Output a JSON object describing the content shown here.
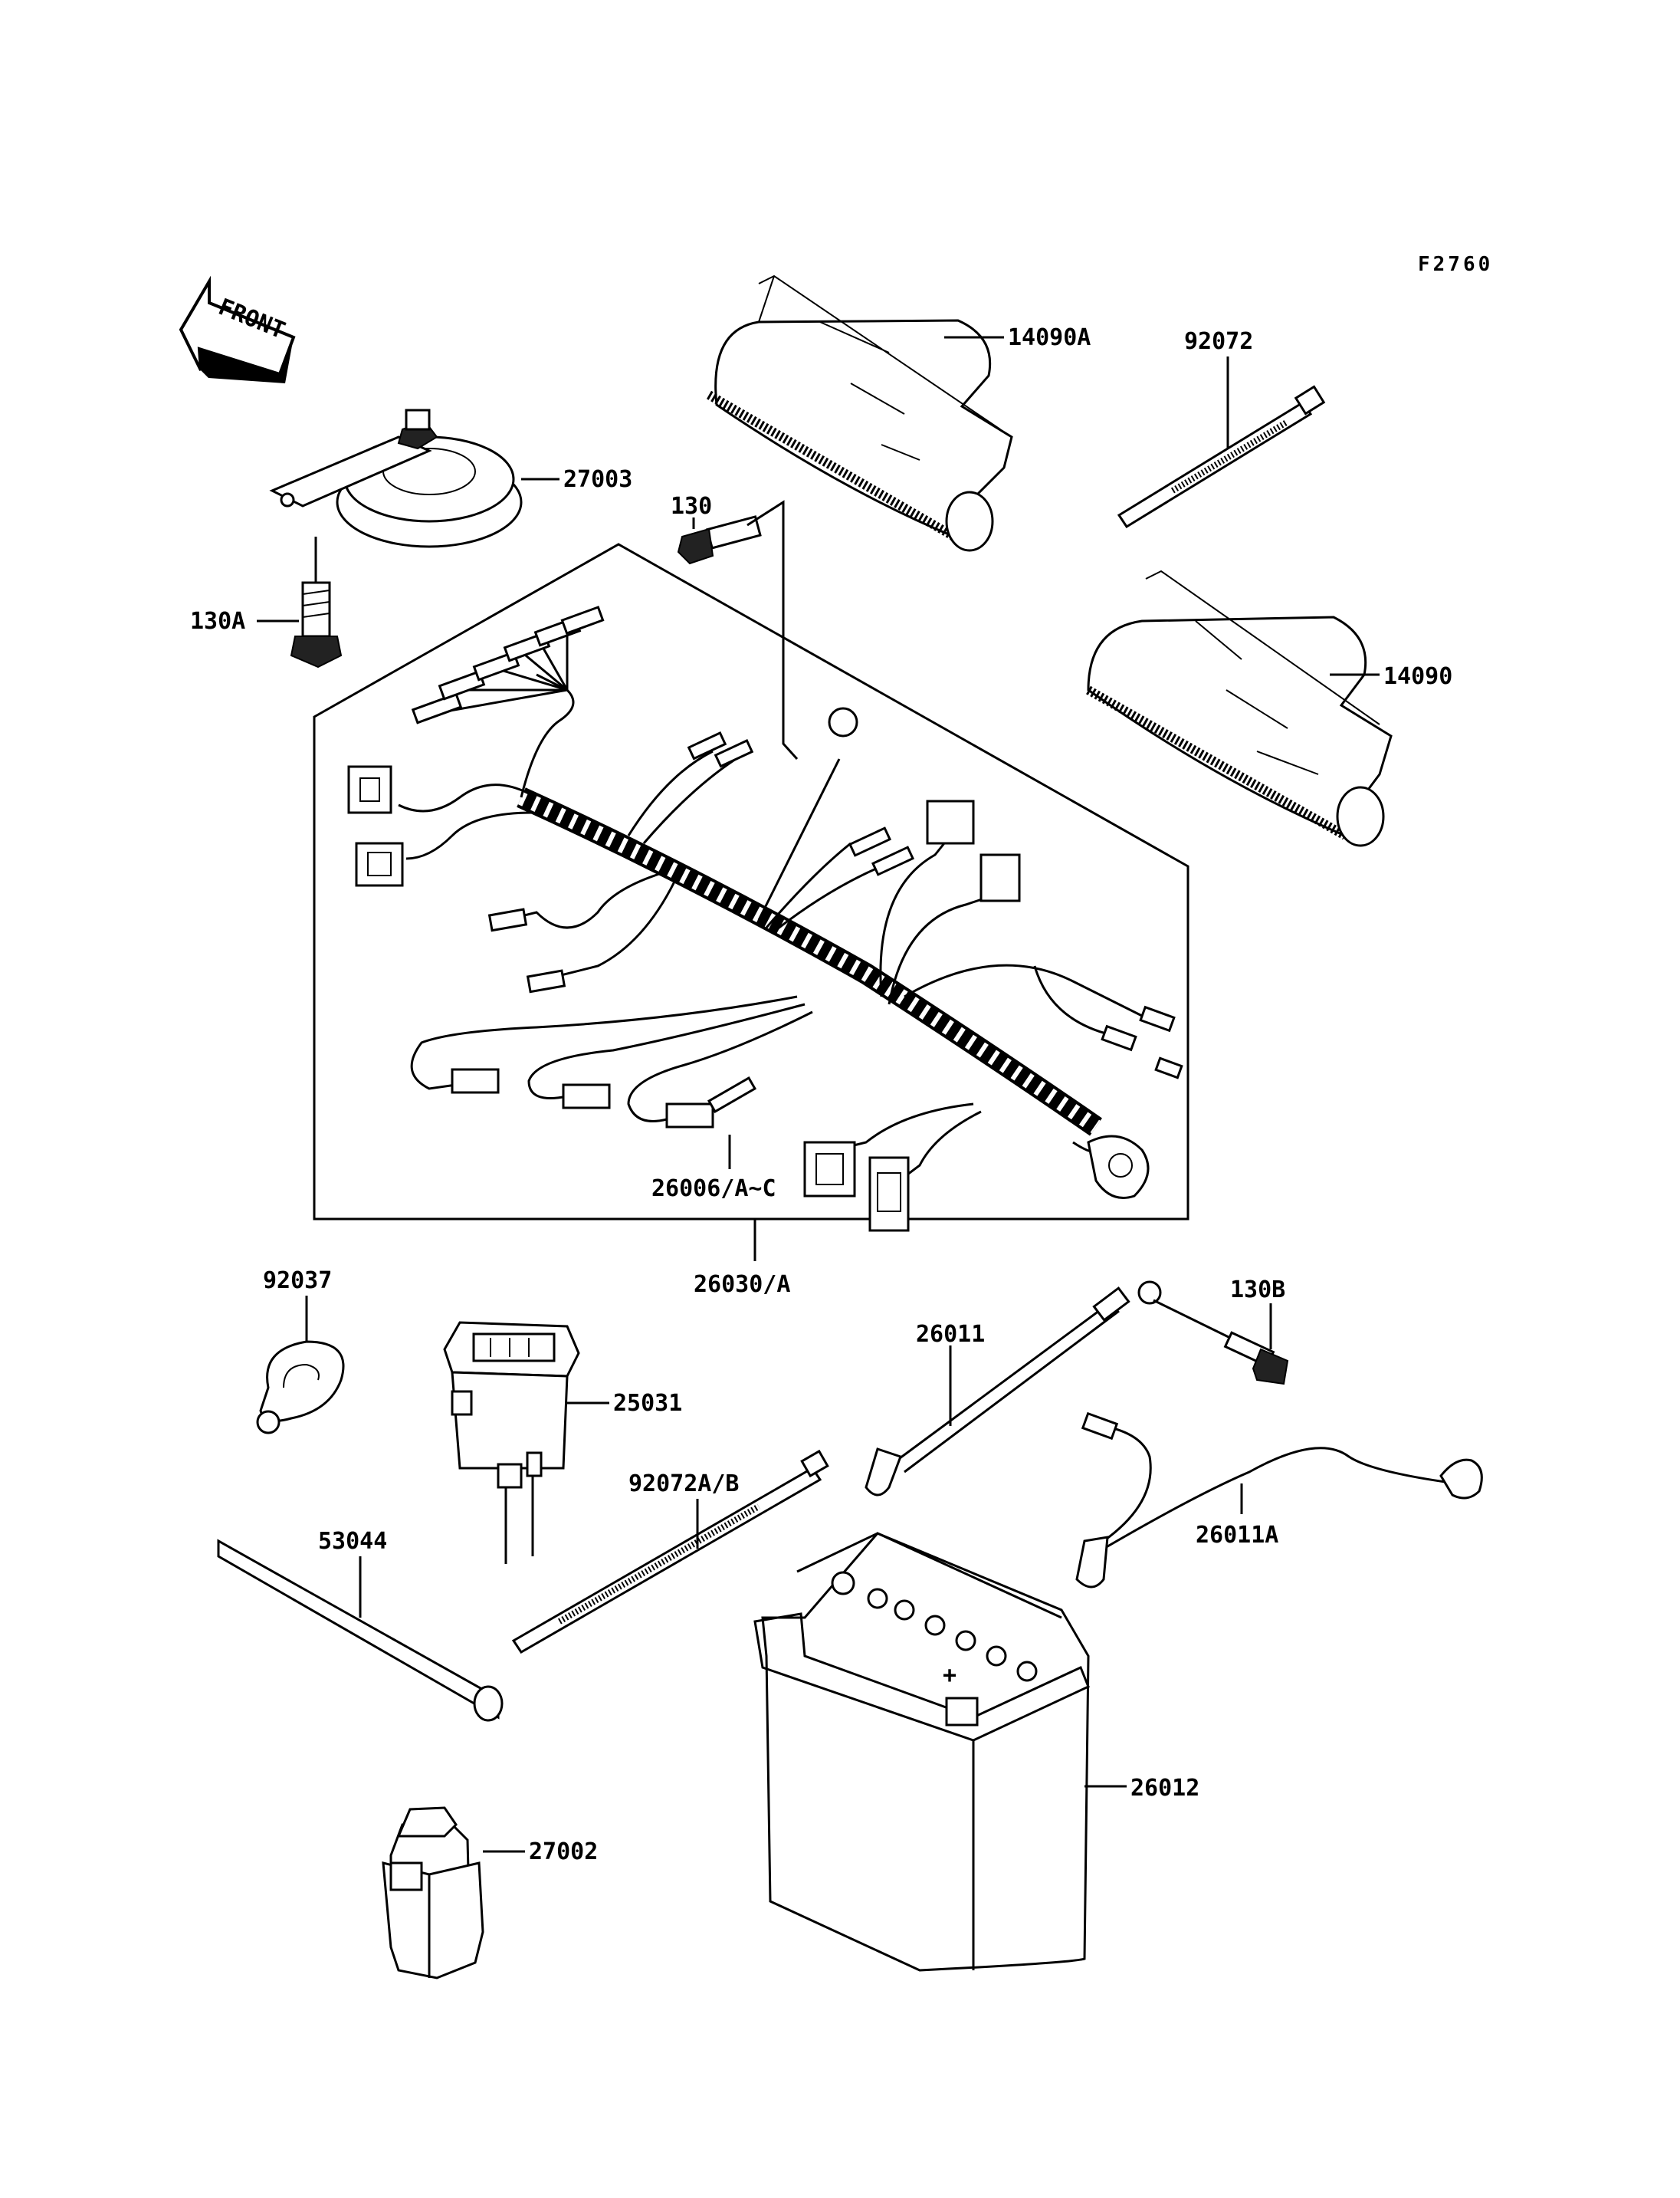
{
  "figure_code": "F2760",
  "front_label": "FRONT",
  "parts": {
    "p14090A": "14090A",
    "p92072": "92072",
    "p27003": "27003",
    "p130": "130",
    "p130A": "130A",
    "p14090": "14090",
    "p26006": "26006/A~C",
    "p26030": "26030/A",
    "p92037": "92037",
    "p25031": "25031",
    "p26011": "26011",
    "p130B": "130B",
    "p92072AB": "92072A/B",
    "p26011A": "26011A",
    "p53044": "53044",
    "p26012": "26012",
    "p27002": "27002"
  }
}
